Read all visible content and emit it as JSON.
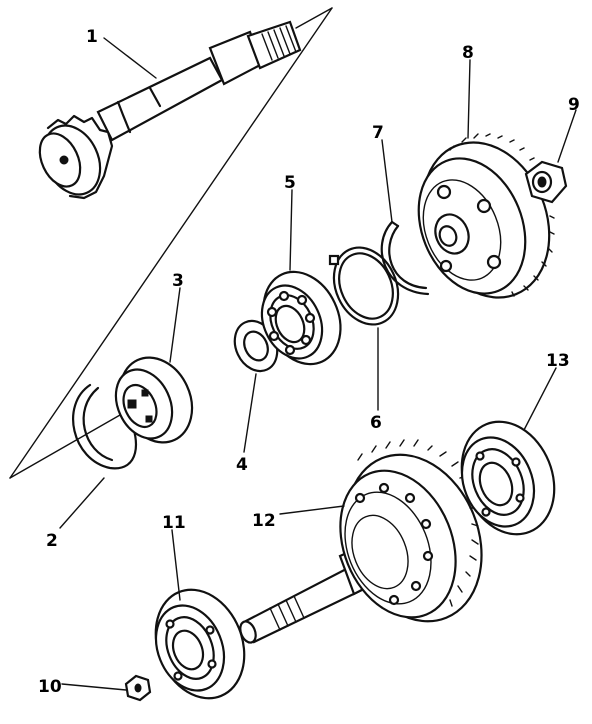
{
  "callouts": [
    {
      "id": "1",
      "label": "1"
    },
    {
      "id": "2",
      "label": "2"
    },
    {
      "id": "3",
      "label": "3"
    },
    {
      "id": "4",
      "label": "4"
    },
    {
      "id": "5",
      "label": "5"
    },
    {
      "id": "6",
      "label": "6"
    },
    {
      "id": "7",
      "label": "7"
    },
    {
      "id": "8",
      "label": "8"
    },
    {
      "id": "9",
      "label": "9"
    },
    {
      "id": "10",
      "label": "10"
    },
    {
      "id": "11",
      "label": "11"
    },
    {
      "id": "12",
      "label": "12"
    },
    {
      "id": "13",
      "label": "13"
    }
  ],
  "colors": {
    "ink": "#111111",
    "background": "#ffffff"
  }
}
